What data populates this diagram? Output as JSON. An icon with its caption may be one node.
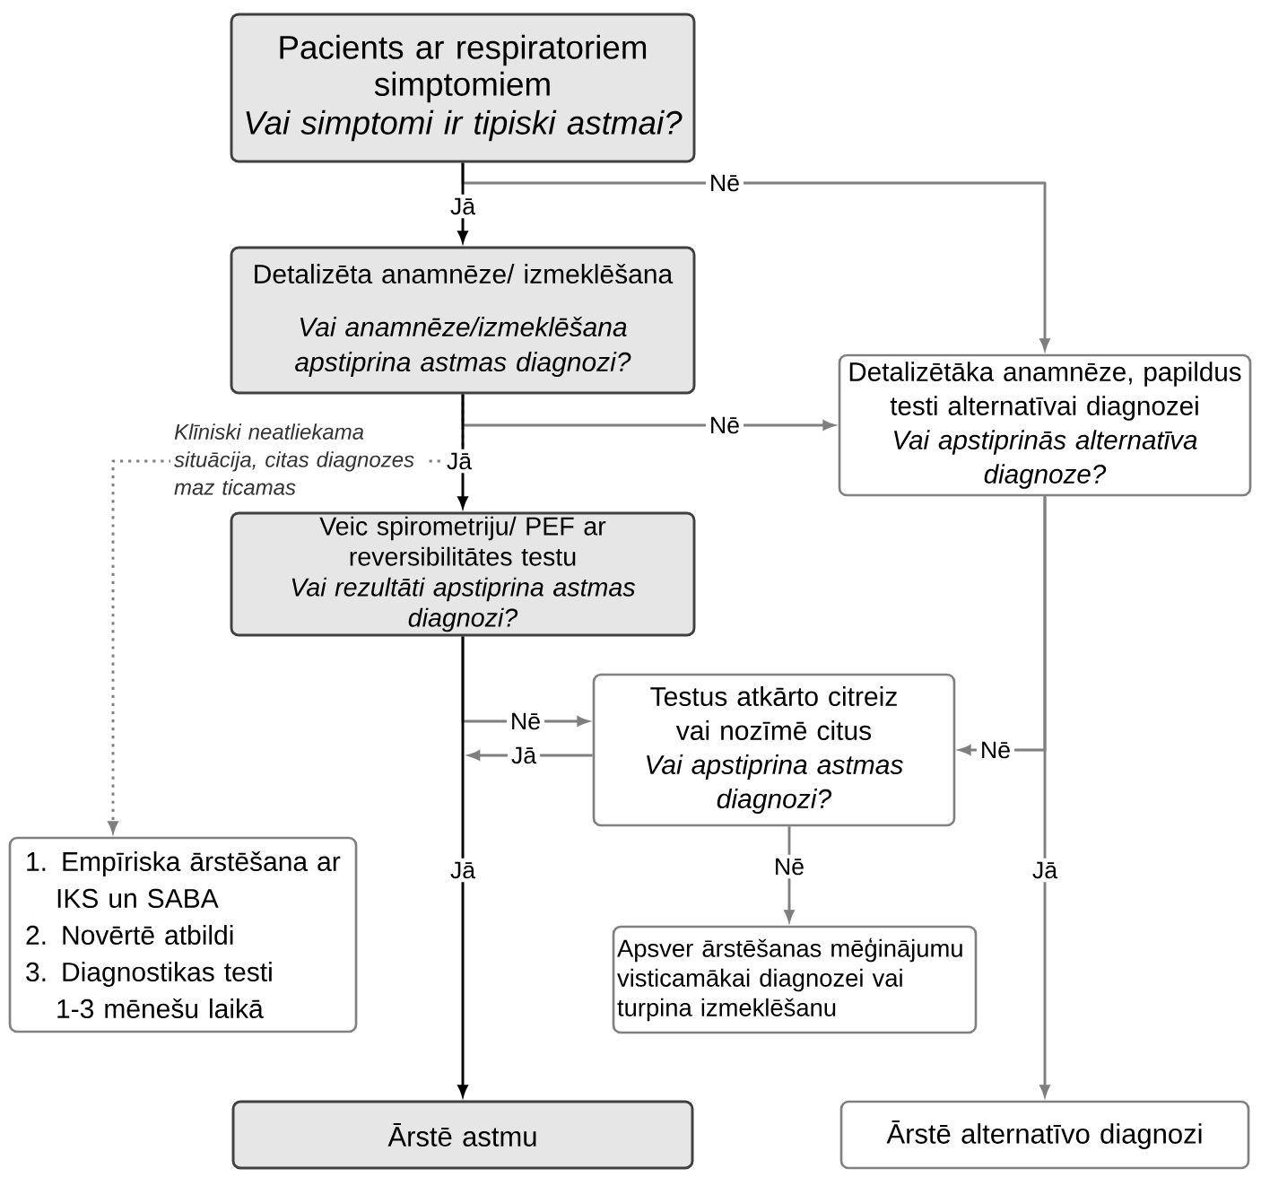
{
  "diagram": {
    "nodes": [
      {
        "text": [
          "Pacients ar respiratoriem simptomiem",
          "Vai simptomi ir tipiski astmai?"
        ]
      },
      {
        "text": [
          "Detalizēta anamnēze/ izmeklēšana",
          "Vai anamnēze/izmeklēšana apstiprina astmas diagnozi?"
        ]
      },
      {
        "text": [
          "Detalizētāka anamnēze, papildus testi alternatīvai diagnozei",
          "Vai apstiprinās alternatīva diagnoze?"
        ]
      },
      {
        "text": [
          "Veic spirometriju/ PEF ar reversibilitātes testu",
          "Vai rezultāti apstiprina astmas diagnozi?"
        ]
      },
      {
        "text": [
          "Testus atkārto citreiz vai nozīmē citus",
          "Vai apstiprina astmas diagnozi?"
        ]
      },
      {
        "text": [
          "1. Empīriska ārstēšana ar IKS un SABA",
          "2. Novērtē atbildi",
          "3. Diagnostikas testi 1-3 mēnešu laikā"
        ]
      },
      {
        "text": [
          "Apsver ārstēšanas mēģinājumu visticamākai diagnozei vai turpina izmeklēšanu"
        ]
      },
      {
        "text": [
          "Ārstē astmu"
        ]
      },
      {
        "text": [
          "Ārstē alternatīvo diagnozi"
        ]
      }
    ],
    "edges": [
      {
        "from": 0,
        "to": 1,
        "arrow": "to",
        "label": "Jā",
        "color": "#000000"
      },
      {
        "from": 0,
        "to": 2,
        "arrow": "to",
        "label": "Nē"
      },
      {
        "from": 1,
        "to": 2,
        "arrow": "to",
        "label": "Nē"
      },
      {
        "from": 1,
        "to": 5,
        "arrow": "to",
        "label": "Klīniski neatliekama situācija, citas diagnozes maz ticamas",
        "style": "dashed"
      },
      {
        "from": 1,
        "to": 3,
        "arrow": "to",
        "label": "Jā",
        "color": "#000000"
      },
      {
        "from": 3,
        "to": 4,
        "arrow": "to",
        "label": "Nē"
      },
      {
        "from": 4,
        "to": null,
        "arrow": "to",
        "label": "Jā"
      },
      {
        "from": 3,
        "to": 7,
        "arrow": "to",
        "label": "Jā",
        "color": "#000000"
      },
      {
        "from": 4,
        "to": 6,
        "arrow": "to",
        "label": "Nē"
      },
      {
        "from": 2,
        "to": 4,
        "arrow": "to",
        "label": "Nē"
      },
      {
        "from": 2,
        "to": 8,
        "arrow": "to",
        "label": "Jā"
      }
    ]
  }
}
